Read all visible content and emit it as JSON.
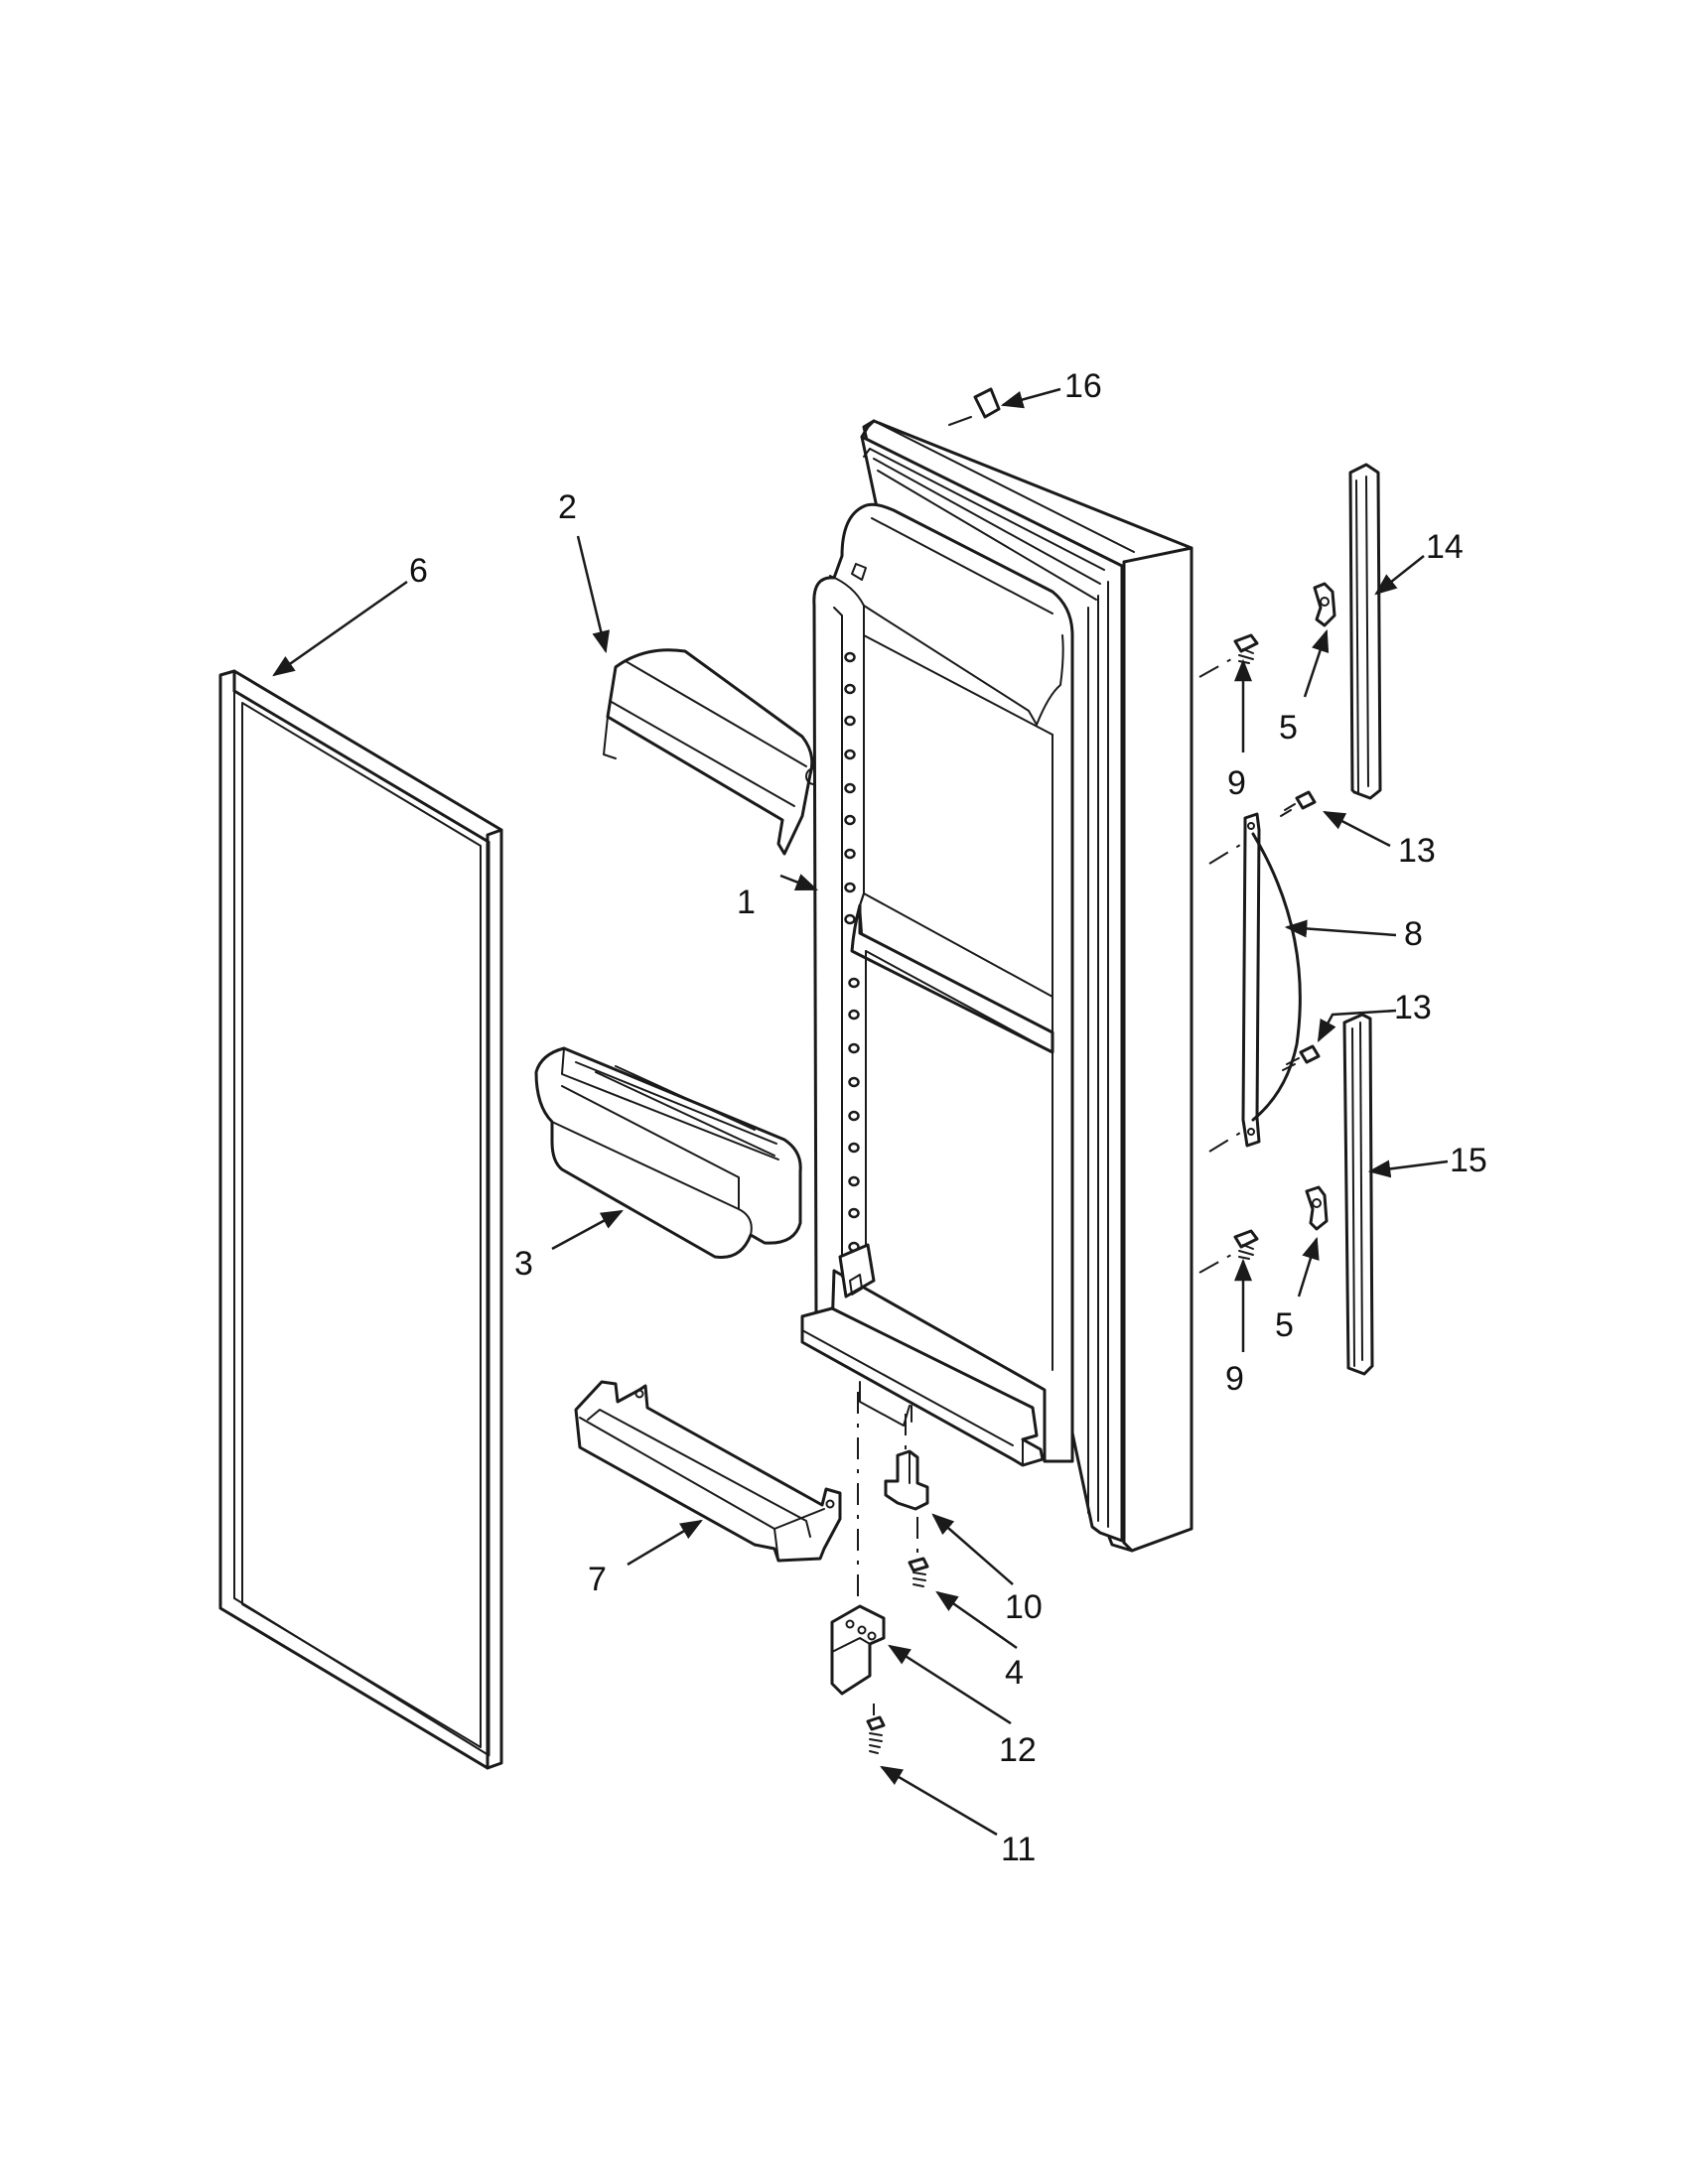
{
  "callouts": [
    {
      "id": "1",
      "label": "1"
    },
    {
      "id": "2",
      "label": "2"
    },
    {
      "id": "3",
      "label": "3"
    },
    {
      "id": "4",
      "label": "4"
    },
    {
      "id": "5a",
      "label": "5"
    },
    {
      "id": "5b",
      "label": "5"
    },
    {
      "id": "6",
      "label": "6"
    },
    {
      "id": "7",
      "label": "7"
    },
    {
      "id": "8",
      "label": "8"
    },
    {
      "id": "9a",
      "label": "9"
    },
    {
      "id": "9b",
      "label": "9"
    },
    {
      "id": "10",
      "label": "10"
    },
    {
      "id": "11",
      "label": "11"
    },
    {
      "id": "12",
      "label": "12"
    },
    {
      "id": "13a",
      "label": "13"
    },
    {
      "id": "13b",
      "label": "13"
    },
    {
      "id": "14",
      "label": "14"
    },
    {
      "id": "15",
      "label": "15"
    },
    {
      "id": "16",
      "label": "16"
    }
  ]
}
